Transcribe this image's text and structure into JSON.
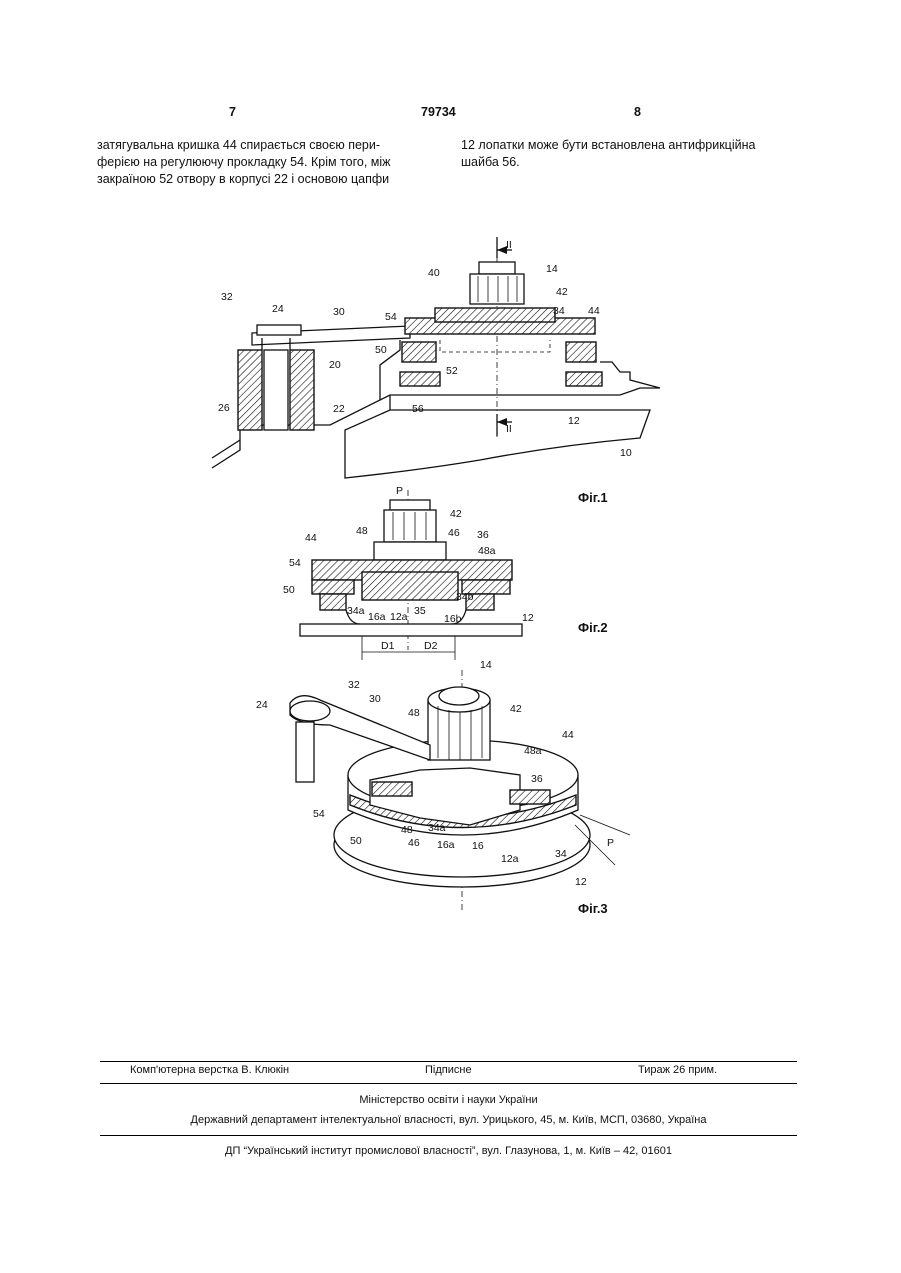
{
  "header": {
    "page_left": "7",
    "patent_number": "79734",
    "page_right": "8"
  },
  "body_text": {
    "left_col_lines": [
      "затягувальна кришка 44 спирається своєю пери-",
      "ферією на регулюючу прокладку 54. Крім того, між",
      "закраїною 52 отвору в корпусі 22 і основою цапфи"
    ],
    "right_col_lines": [
      "12 лопатки може бути встановлена антифрикційна",
      "шайба 56."
    ]
  },
  "figures": {
    "fig1": {
      "caption": "Фіг.1",
      "labels": [
        "32",
        "24",
        "30",
        "40",
        "II",
        "14",
        "42",
        "34",
        "44",
        "54",
        "50",
        "52",
        "20",
        "26",
        "22",
        "56",
        "12",
        "II",
        "10"
      ]
    },
    "fig2": {
      "caption": "Фіг.2",
      "labels": [
        "P",
        "42",
        "48",
        "46",
        "36",
        "48a",
        "44",
        "54",
        "50",
        "34a",
        "16a",
        "12a",
        "35",
        "16b",
        "34b",
        "12",
        "D1",
        "D2"
      ]
    },
    "fig3": {
      "caption": "Фіг.3",
      "labels": [
        "14",
        "32",
        "30",
        "24",
        "48",
        "42",
        "44",
        "48a",
        "36",
        "54",
        "48",
        "50",
        "46",
        "34a",
        "16a",
        "16",
        "12a",
        "34",
        "P",
        "12"
      ]
    }
  },
  "footer": {
    "typesetter": "Комп'ютерна верстка В. Клюкін",
    "subscription": "Підписне",
    "circulation": "Тираж 26 прим.",
    "ministry": "Міністерство освіти і науки України",
    "department": "Державний департамент інтелектуальної власності, вул. Урицького, 45, м. Київ, МСП, 03680, Україна",
    "enterprise": "ДП “Український інститут промислової власності”, вул. Глазунова, 1, м. Київ – 42, 01601"
  }
}
